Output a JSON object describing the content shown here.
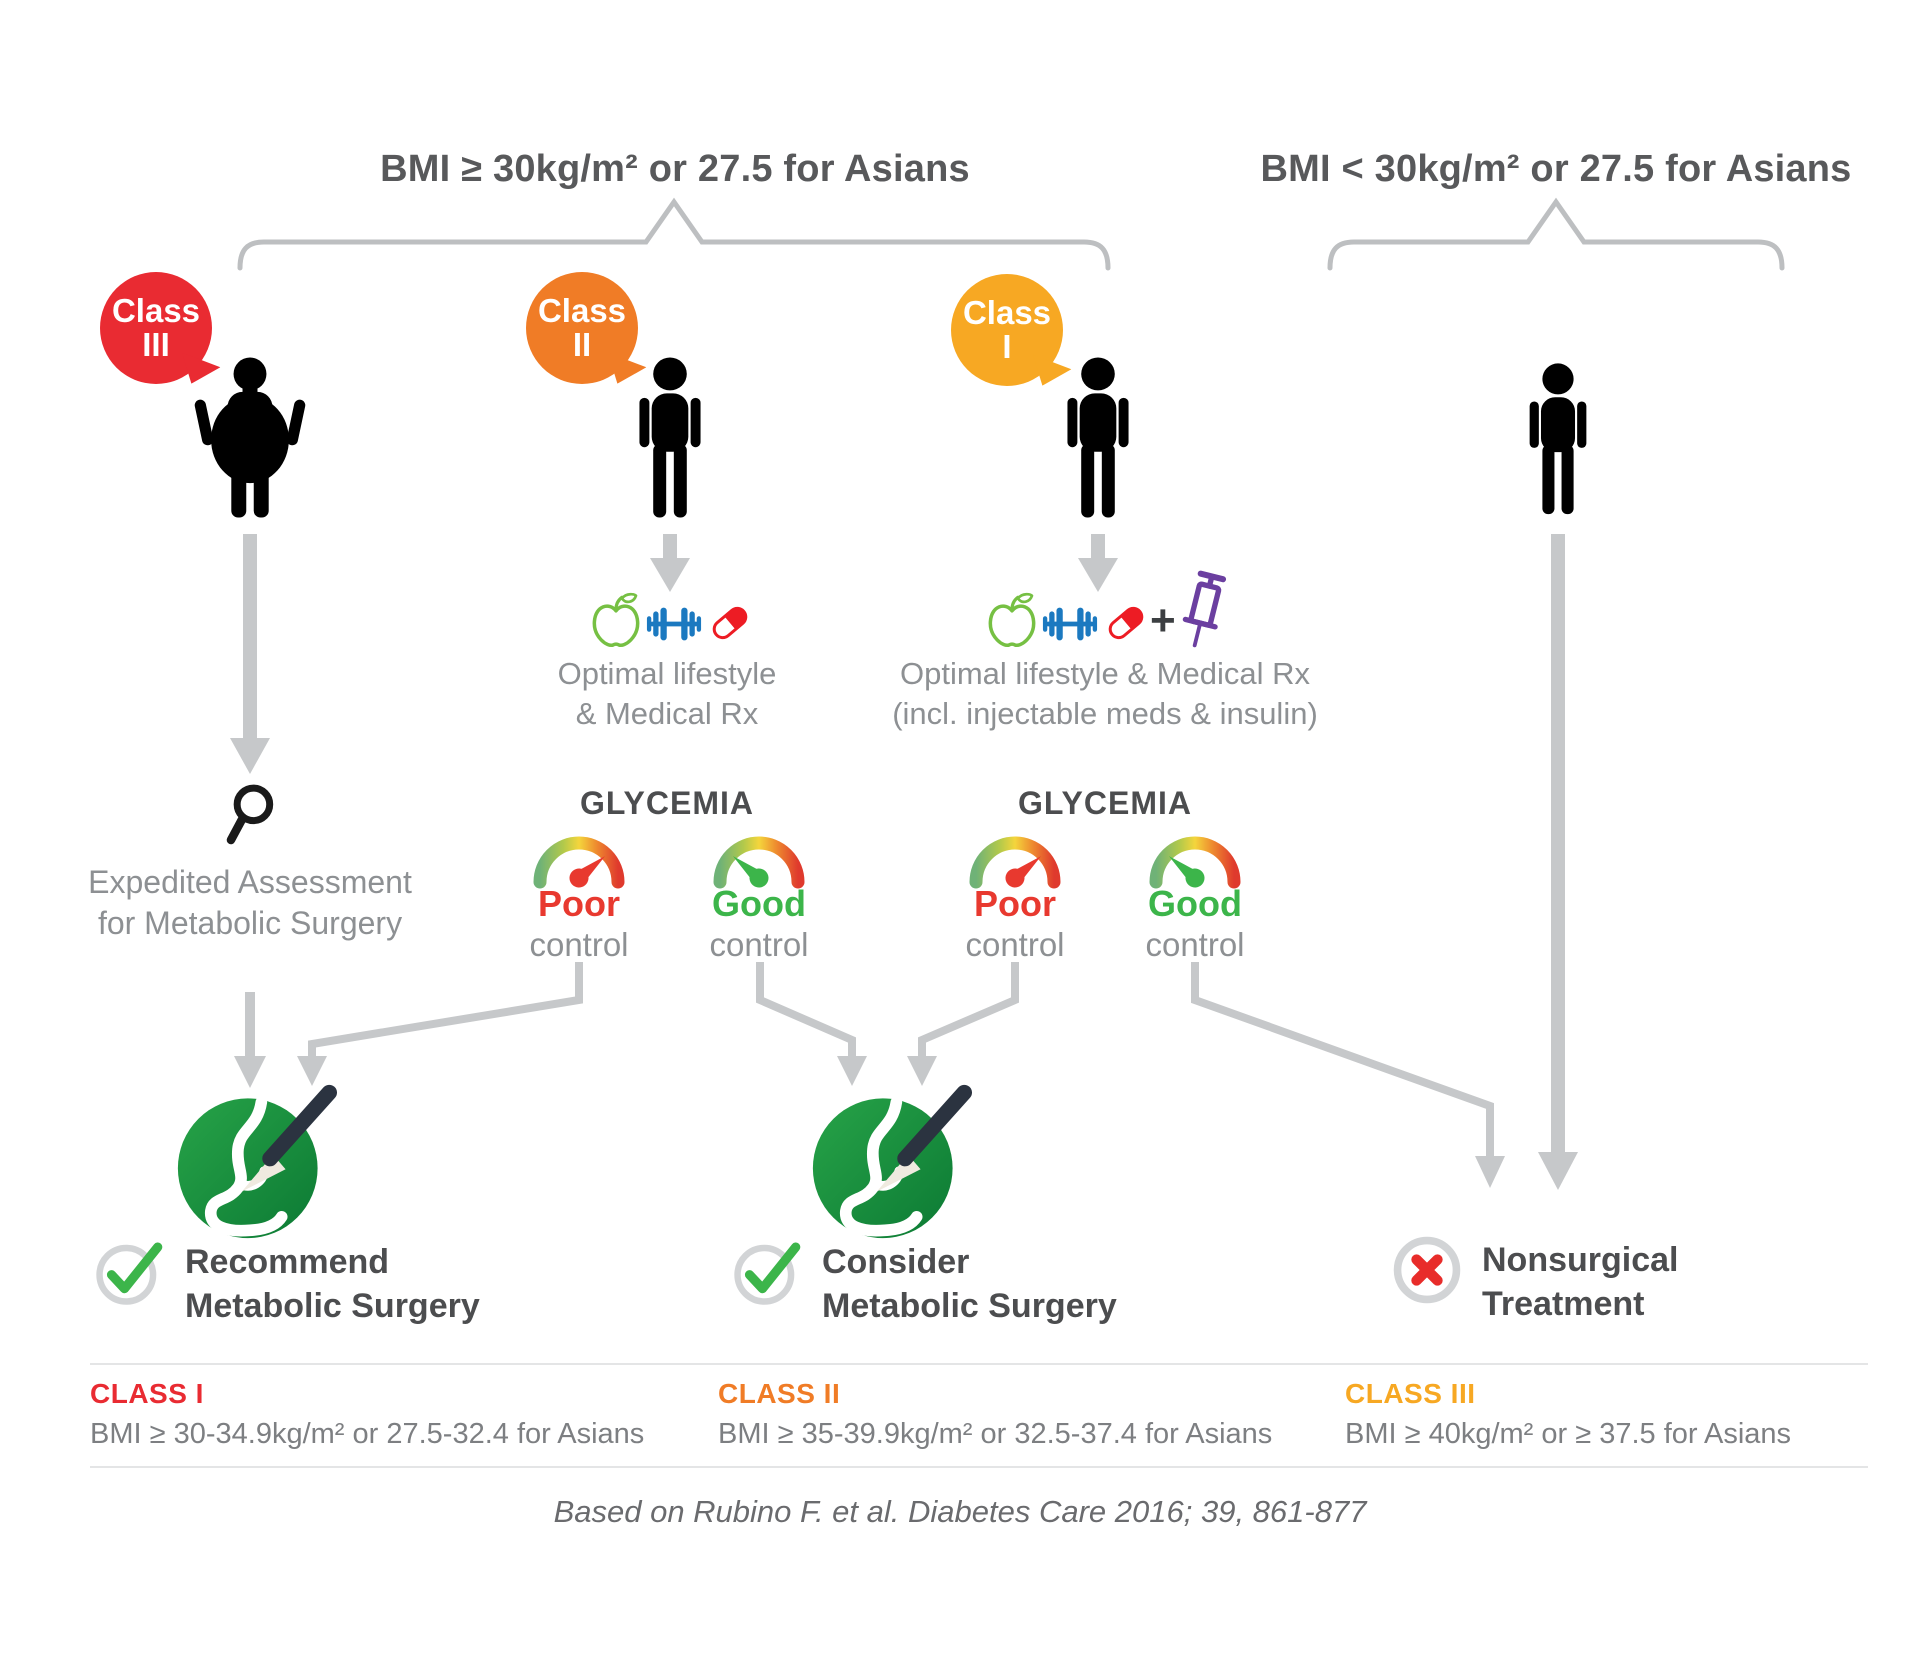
{
  "headers": {
    "left": "BMI ≥ 30kg/m² or 27.5 for Asians",
    "right": "BMI < 30kg/m² or 27.5 for Asians"
  },
  "badges": {
    "class3": {
      "line1": "Class",
      "line2": "III"
    },
    "class2": {
      "line1": "Class",
      "line2": "II"
    },
    "class1": {
      "line1": "Class",
      "line2": "I"
    }
  },
  "class3_path": {
    "assessment": "Expedited Assessment for Metabolic Surgery"
  },
  "class2_path": {
    "lifestyle_line1": "Optimal lifestyle",
    "lifestyle_line2": "& Medical Rx",
    "glycemia": "GLYCEMIA",
    "poor": "Poor",
    "good": "Good",
    "control": "control"
  },
  "class1_path": {
    "lifestyle_line1": "Optimal lifestyle & Medical Rx",
    "lifestyle_line2": "(incl. injectable meds & insulin)",
    "plus": "+",
    "glycemia": "GLYCEMIA",
    "poor": "Poor",
    "good": "Good",
    "control": "control"
  },
  "outcomes": {
    "recommend": {
      "line1": "Recommend",
      "line2": "Metabolic Surgery"
    },
    "consider": {
      "line1": "Consider",
      "line2": "Metabolic Surgery"
    },
    "nonsurgical": {
      "line1": "Nonsurgical",
      "line2": "Treatment"
    }
  },
  "legend": {
    "class1": {
      "title": "CLASS I",
      "desc": "BMI ≥ 30-34.9kg/m² or 27.5-32.4 for Asians"
    },
    "class2": {
      "title": "CLASS II",
      "desc": "BMI ≥ 35-39.9kg/m² or 32.5-37.4 for Asians"
    },
    "class3": {
      "title": "CLASS III",
      "desc": "BMI ≥ 40kg/m² or ≥ 37.5 for Asians"
    }
  },
  "footer": "Based on Rubino F. et al. Diabetes Care 2016; 39, 861-877",
  "colors": {
    "class3": "#e92b32",
    "class2": "#f07c26",
    "class1": "#f7a823",
    "poor": "#e8392f",
    "good": "#3cb54a",
    "darktext": "#4c4d4f",
    "graytext": "#8d9093",
    "headertext": "#58595b",
    "arrow": "#c6c8ca",
    "brace": "#bdbfc1",
    "apple": "#76c043",
    "dumbbell": "#1b79c0",
    "pill": "#ed1c24",
    "syringe": "#6b3fa0",
    "xred": "#e82c2a",
    "ring": "#d2d4d6",
    "black": "#1a1a1a"
  }
}
